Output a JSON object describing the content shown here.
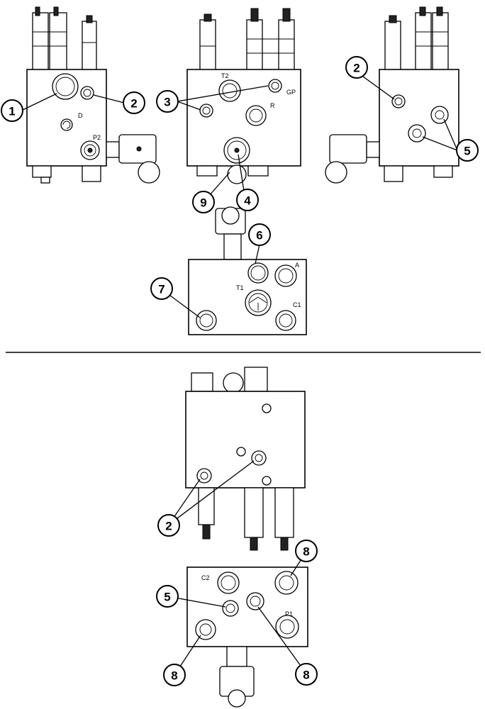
{
  "callouts": {
    "c1": "1",
    "c2a": "2",
    "c3": "3",
    "c2b": "2",
    "c5a": "5",
    "c9": "9",
    "c4": "4",
    "c6": "6",
    "c7": "7",
    "c2c": "2",
    "c8a": "8",
    "c5b": "5",
    "c8b": "8",
    "c8c": "8"
  },
  "port_labels": {
    "d": "D",
    "p2": "P2",
    "t2": "T2",
    "gp": "GP",
    "r": "R",
    "a": "A",
    "t1": "T1",
    "c1": "C1",
    "c2": "C2",
    "p1": "P1"
  }
}
